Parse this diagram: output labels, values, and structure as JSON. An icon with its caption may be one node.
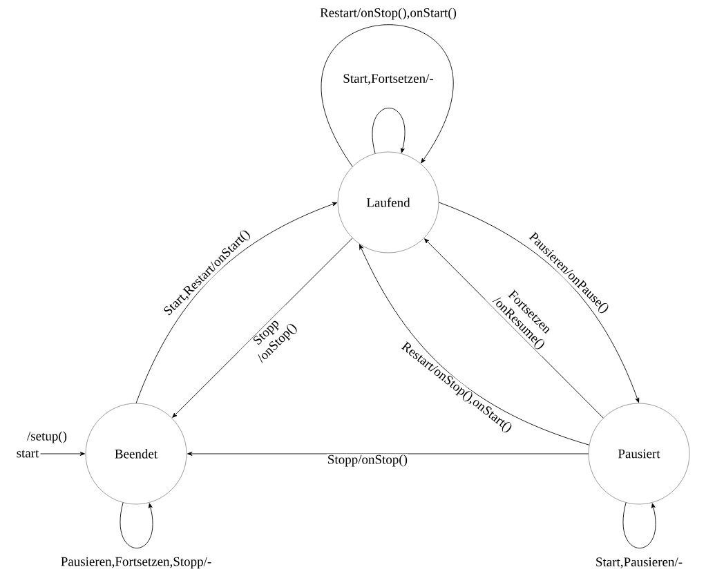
{
  "diagram": {
    "nodes": [
      {
        "text": [
          "Laufend"
        ]
      },
      {
        "text": [
          "Beendet"
        ]
      },
      {
        "text": [
          "Pausiert"
        ]
      },
      {
        "text": [
          "start"
        ]
      }
    ],
    "edges": [
      {
        "from": 0,
        "to": 0,
        "arrow": "to",
        "label": "Restart/onStop(),onStart()"
      },
      {
        "from": 0,
        "to": 0,
        "arrow": "to",
        "label": "Start,Fortsetzen/-"
      },
      {
        "from": 1,
        "to": 0,
        "arrow": "to",
        "label": "Start,Restart/onStart()"
      },
      {
        "from": 0,
        "to": 1,
        "arrow": "to",
        "label": "Stopp /onStop()"
      },
      {
        "from": 0,
        "to": 2,
        "arrow": "to",
        "label": "Pausieren/onPause()"
      },
      {
        "from": 2,
        "to": 0,
        "arrow": "to",
        "label": "Fortsetzen /onResume()"
      },
      {
        "from": 2,
        "to": 0,
        "arrow": "to",
        "label": "Restart/onStop(),onStart()"
      },
      {
        "from": 2,
        "to": 1,
        "arrow": "to",
        "label": "Stopp/onStop()"
      },
      {
        "from": 1,
        "to": 1,
        "arrow": "to",
        "label": "Pausieren,Fortsetzen,Stopp/-"
      },
      {
        "from": 2,
        "to": 2,
        "arrow": "to",
        "label": "Start,Pausieren/-"
      },
      {
        "from": 3,
        "to": 1,
        "arrow": "to",
        "label": "/setup()"
      }
    ]
  }
}
